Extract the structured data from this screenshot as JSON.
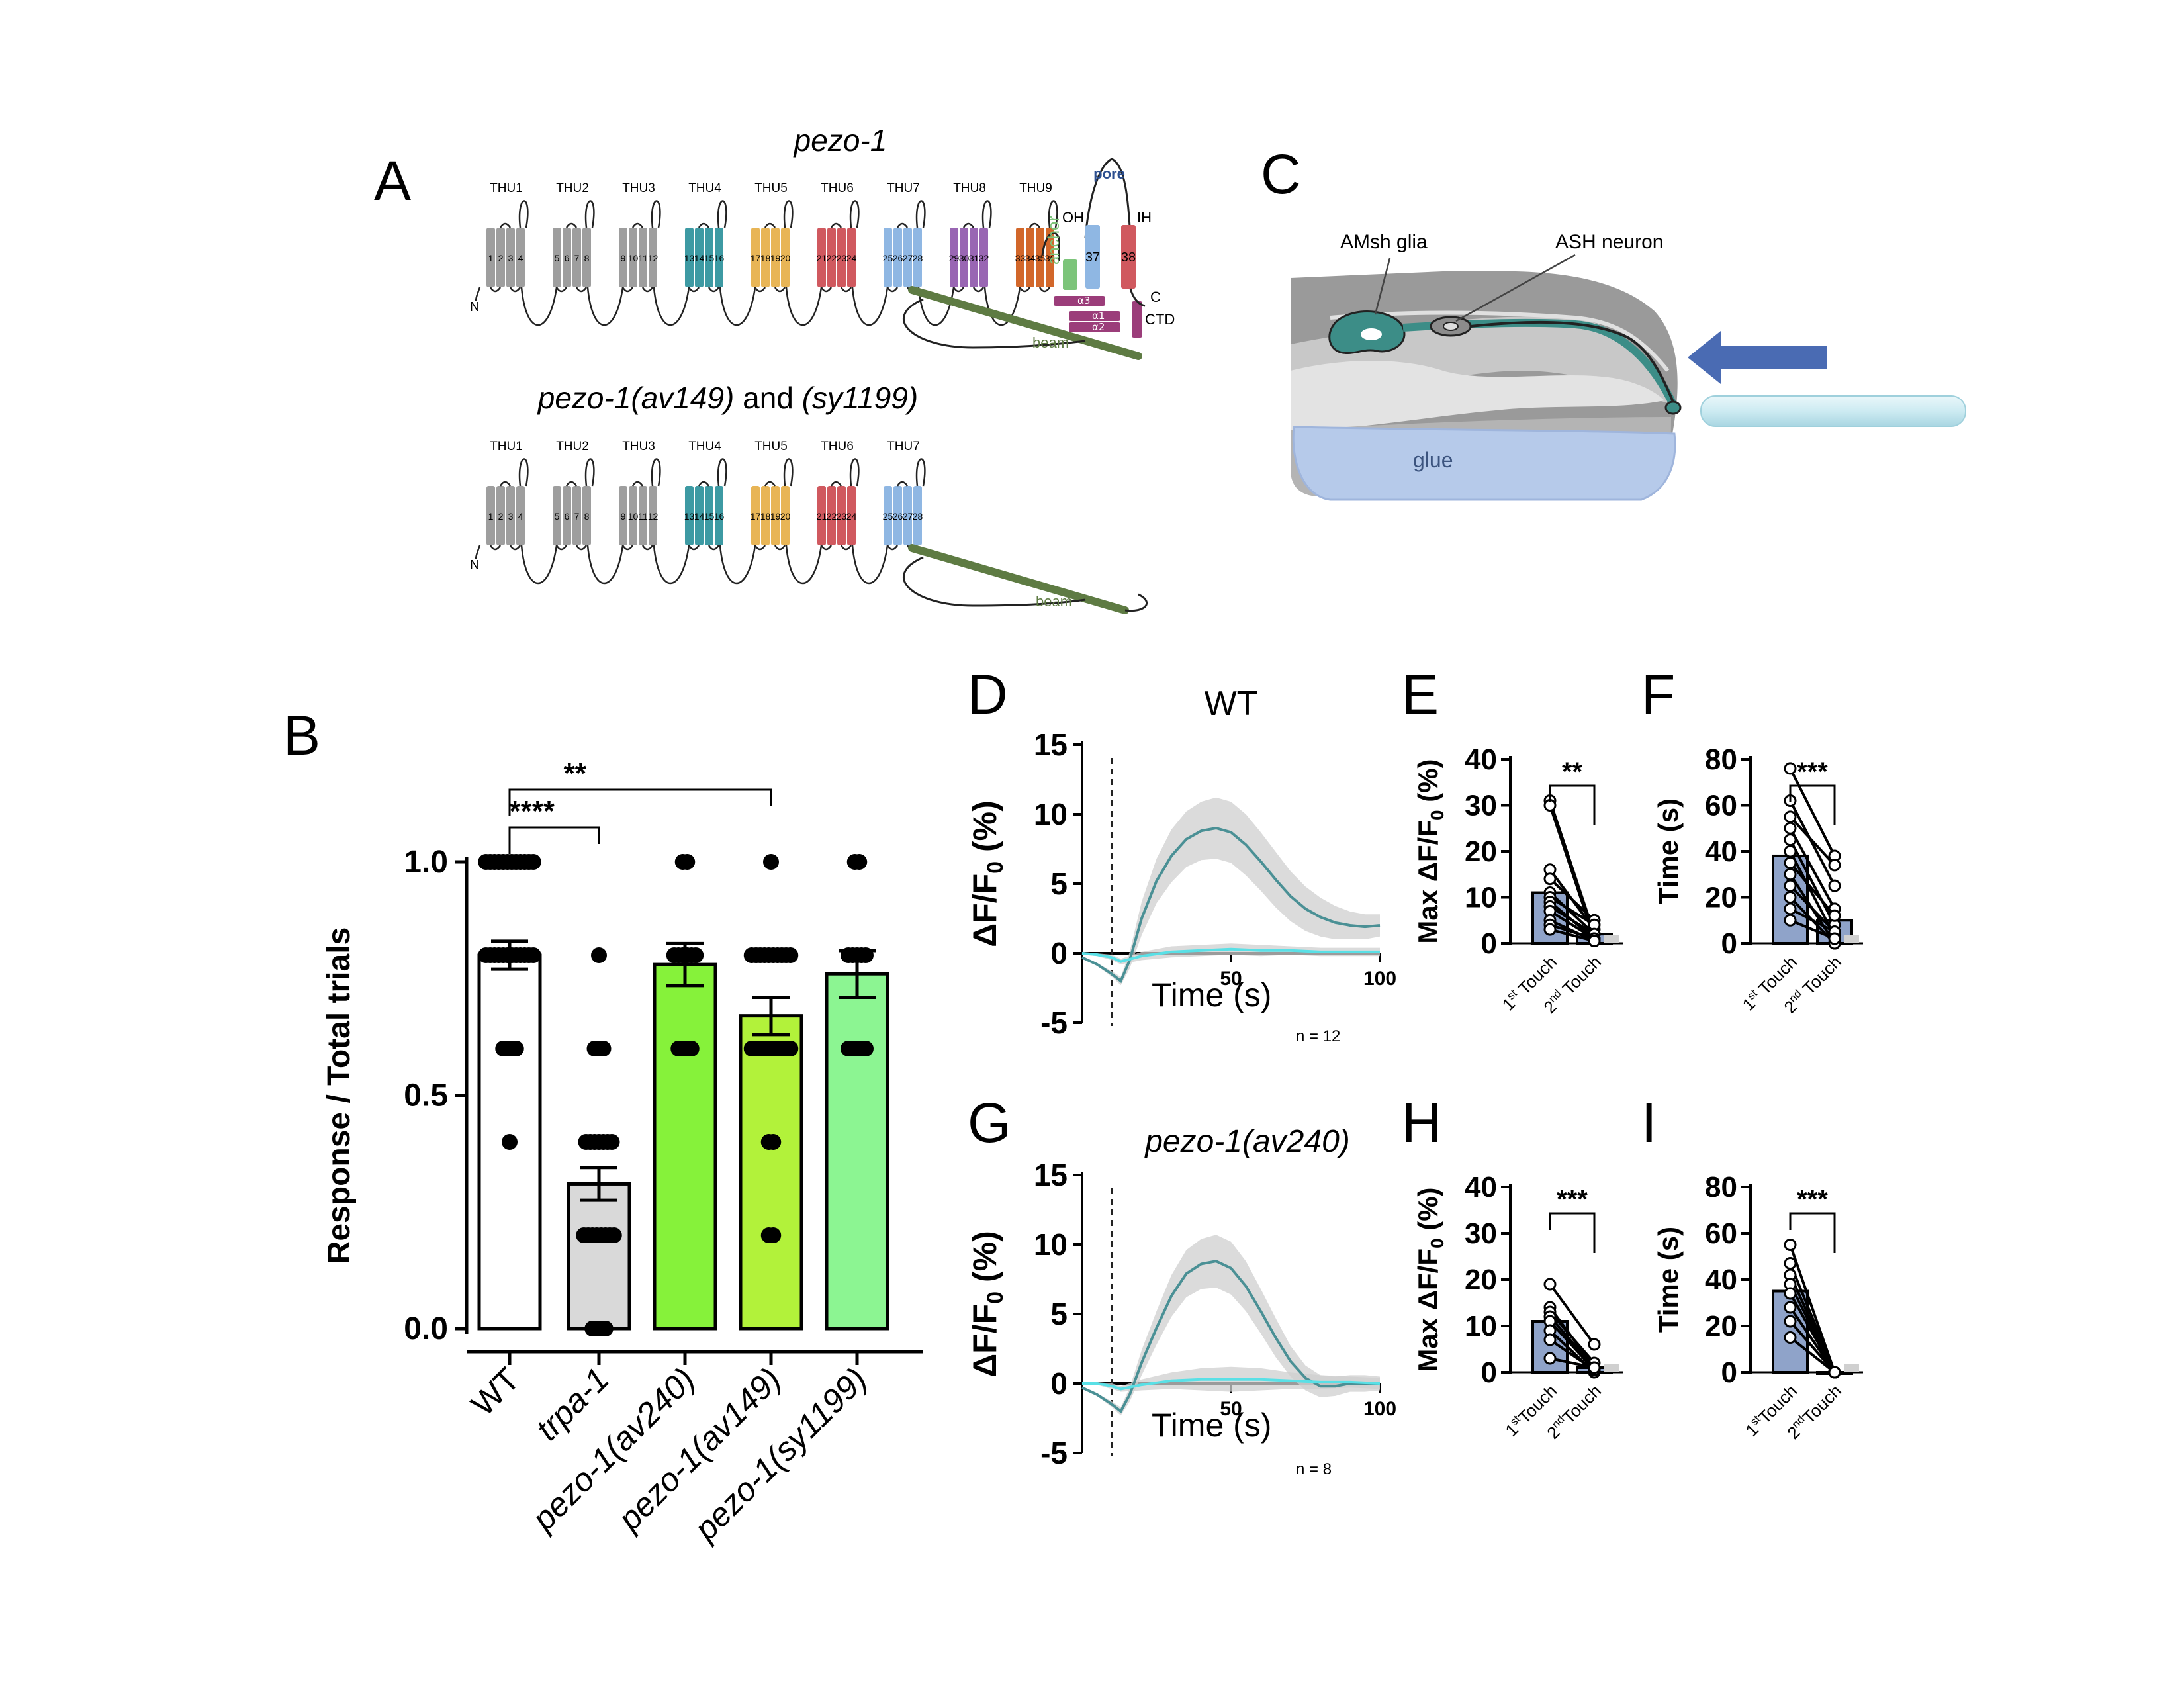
{
  "panels": {
    "A": "A",
    "B": "B",
    "C": "C",
    "D": "D",
    "E": "E",
    "F": "F",
    "G": "G",
    "H": "H",
    "I": "I"
  },
  "panel_a": {
    "title_top": "pezo-1",
    "title_bottom_a": "pezo-1(av149)",
    "title_bottom_and": " and ",
    "title_bottom_b": "(sy1199)",
    "thu_labels": [
      "THU1",
      "THU2",
      "THU3",
      "THU4",
      "THU5",
      "THU6",
      "THU7",
      "THU8",
      "THU9"
    ],
    "thu_colors": [
      "#9e9e9e",
      "#9e9e9e",
      "#9e9e9e",
      "#3d9aa3",
      "#e8b556",
      "#d0595f",
      "#8fb7e3",
      "#9966b3",
      "#d2672a"
    ],
    "helix_numbers": [
      [
        "1",
        "2",
        "3",
        "4"
      ],
      [
        "5",
        "6",
        "7",
        "8"
      ],
      [
        "9",
        "10",
        "11",
        "12"
      ],
      [
        "13",
        "14",
        "15",
        "16"
      ],
      [
        "17",
        "18",
        "19",
        "20"
      ],
      [
        "21",
        "22",
        "23",
        "24"
      ],
      [
        "25",
        "26",
        "27",
        "28"
      ],
      [
        "29",
        "30",
        "31",
        "32"
      ],
      [
        "33",
        "34",
        "35",
        "36"
      ]
    ],
    "n_label": "N",
    "c_label": "C",
    "pore": "pore",
    "anchor": "anchor",
    "oh": "OH",
    "ih": "IH",
    "h37": "37",
    "h38": "38",
    "a1": "α1",
    "a2": "α2",
    "a3": "α3",
    "ctd": "CTD",
    "beam": "beam"
  },
  "panel_c": {
    "glia": "AMsh glia",
    "neuron": "ASH neuron",
    "glue": "glue"
  },
  "panel_b": {
    "chart_data": {
      "type": "bar",
      "categories": [
        "WT",
        "trpa-1",
        "pezo-1(av240)",
        "pezo-1(av149)",
        "pezo-1(sy1199)"
      ],
      "values": [
        0.8,
        0.31,
        0.78,
        0.67,
        0.76
      ],
      "errors": [
        0.03,
        0.035,
        0.045,
        0.04,
        0.05
      ],
      "colors": [
        "#ffffff",
        "#d9d9d9",
        "#86f23a",
        "#b2f23a",
        "#8cf592"
      ],
      "ylabel": "Response / Total trials",
      "yticks": [
        "0.0",
        "0.5",
        "1.0"
      ],
      "ylim": [
        0,
        1.0
      ],
      "significance": [
        {
          "from": "WT",
          "to": "trpa-1",
          "label": "****"
        },
        {
          "from": "WT",
          "to": "pezo-1(av149)",
          "label": "**"
        }
      ],
      "points": [
        [
          1,
          1,
          1,
          1,
          1,
          1,
          1,
          1,
          1,
          1,
          1,
          1,
          0.8,
          0.8,
          0.8,
          0.8,
          0.8,
          0.8,
          0.8,
          0.8,
          0.8,
          0.8,
          0.8,
          0.8,
          0.6,
          0.6,
          0.6,
          0.6,
          0.4
        ],
        [
          0.8,
          0.6,
          0.6,
          0.6,
          0.4,
          0.4,
          0.4,
          0.4,
          0.4,
          0.4,
          0.4,
          0.2,
          0.2,
          0.2,
          0.2,
          0.2,
          0.2,
          0.2,
          0.2,
          0,
          0,
          0,
          0
        ],
        [
          1,
          1,
          0.8,
          0.8,
          0.8,
          0.8,
          0.8,
          0.8,
          0.6,
          0.6,
          0.6,
          0.6
        ],
        [
          1,
          0.8,
          0.8,
          0.8,
          0.8,
          0.8,
          0.8,
          0.8,
          0.8,
          0.8,
          0.8,
          0.6,
          0.6,
          0.6,
          0.6,
          0.6,
          0.6,
          0.6,
          0.6,
          0.6,
          0.6,
          0.4,
          0.4,
          0.2,
          0.2
        ],
        [
          1,
          1,
          0.8,
          0.8,
          0.8,
          0.8,
          0.8,
          0.6,
          0.6,
          0.6,
          0.6,
          0.6
        ]
      ]
    }
  },
  "panel_d": {
    "title": "WT",
    "n": "n = 12",
    "chart_data": {
      "type": "line",
      "xlabel": "Time (s)",
      "ylabel": "ΔF/F0 (%)",
      "xticks": [
        "50",
        "100"
      ],
      "yticks": [
        "15",
        "10",
        "5",
        "0",
        "-5"
      ],
      "xlim": [
        0,
        100
      ],
      "ylim": [
        -5,
        15
      ],
      "stimulus_time": 10,
      "series": [
        {
          "color": "#4a9095",
          "x": [
            0,
            5,
            10,
            13,
            16,
            20,
            25,
            30,
            35,
            40,
            45,
            50,
            55,
            60,
            65,
            70,
            75,
            80,
            85,
            90,
            95,
            100
          ],
          "y": [
            -0.3,
            -0.8,
            -1.5,
            -2.0,
            -0.5,
            2.5,
            5.2,
            7.0,
            8.2,
            8.8,
            9.0,
            8.7,
            7.8,
            6.6,
            5.3,
            4.1,
            3.2,
            2.6,
            2.2,
            2.0,
            1.9,
            2.0
          ],
          "band": [
            0,
            0.1,
            0.2,
            0.3,
            0.6,
            1.2,
            1.6,
            1.9,
            2.0,
            2.1,
            2.2,
            2.2,
            2.2,
            2.1,
            2.0,
            1.8,
            1.6,
            1.4,
            1.2,
            1.0,
            0.9,
            0.8
          ]
        },
        {
          "color": "#59e0e6",
          "x": [
            0,
            5,
            10,
            13,
            20,
            30,
            40,
            50,
            60,
            70,
            80,
            90,
            100
          ],
          "y": [
            0,
            -0.1,
            -0.3,
            -0.6,
            -0.2,
            0.1,
            0.2,
            0.3,
            0.2,
            0.2,
            0.1,
            0.1,
            0.1
          ],
          "band": [
            0.1,
            0.1,
            0.2,
            0.2,
            0.3,
            0.4,
            0.4,
            0.4,
            0.4,
            0.3,
            0.3,
            0.3,
            0.3
          ]
        }
      ]
    }
  },
  "panel_g": {
    "title": "pezo-1(av240)",
    "n": "n = 8",
    "chart_data": {
      "type": "line",
      "xlabel": "Time (s)",
      "ylabel": "ΔF/F0 (%)",
      "xticks": [
        "50",
        "100"
      ],
      "yticks": [
        "15",
        "10",
        "5",
        "0",
        "-5"
      ],
      "xlim": [
        0,
        100
      ],
      "ylim": [
        -5,
        15
      ],
      "stimulus_time": 10,
      "series": [
        {
          "color": "#4a9095",
          "x": [
            0,
            5,
            10,
            13,
            16,
            20,
            25,
            30,
            35,
            40,
            45,
            50,
            55,
            60,
            65,
            70,
            75,
            80,
            85,
            90,
            95,
            100
          ],
          "y": [
            -0.3,
            -0.8,
            -1.5,
            -2.0,
            -0.8,
            1.5,
            4.0,
            6.3,
            7.9,
            8.6,
            8.8,
            8.3,
            7.0,
            5.2,
            3.3,
            1.6,
            0.4,
            -0.2,
            -0.2,
            0.0,
            0.0,
            0.0
          ],
          "band": [
            0,
            0.1,
            0.2,
            0.3,
            0.5,
            0.9,
            1.2,
            1.5,
            1.7,
            1.8,
            1.9,
            1.9,
            1.8,
            1.6,
            1.4,
            1.1,
            0.9,
            0.8,
            0.7,
            0.6,
            0.6,
            0.5
          ]
        },
        {
          "color": "#59e0e6",
          "x": [
            0,
            5,
            10,
            13,
            20,
            30,
            40,
            50,
            60,
            70,
            80,
            90,
            100
          ],
          "y": [
            0,
            0,
            -0.2,
            -0.4,
            -0.1,
            0.2,
            0.3,
            0.3,
            0.3,
            0.2,
            0.1,
            0.1,
            0.0
          ],
          "band": [
            0.1,
            0.1,
            0.2,
            0.2,
            0.4,
            0.6,
            0.8,
            0.9,
            0.8,
            0.6,
            0.5,
            0.4,
            0.4
          ]
        }
      ]
    }
  },
  "panel_e": {
    "chart_data": {
      "type": "bar",
      "ylabel": "Max ΔF/F0 (%)",
      "yticks": [
        "0",
        "10",
        "20",
        "30",
        "40"
      ],
      "ylim": [
        0,
        40
      ],
      "cat1_main": "1",
      "cat1_sup": "st",
      "cat1_rest": " Touch",
      "cat2_main": "2",
      "cat2_sup": "nd",
      "cat2_rest": " Touch",
      "values": [
        11,
        2
      ],
      "significance": "**",
      "pairs": [
        [
          31,
          2
        ],
        [
          30,
          1
        ],
        [
          16,
          3
        ],
        [
          14,
          5
        ],
        [
          11,
          2
        ],
        [
          10,
          4
        ],
        [
          9,
          1
        ],
        [
          8,
          2
        ],
        [
          7,
          1
        ],
        [
          5,
          0.5
        ],
        [
          4,
          1
        ],
        [
          3,
          0.5
        ]
      ]
    }
  },
  "panel_f": {
    "chart_data": {
      "type": "bar",
      "ylabel": "Time (s)",
      "yticks": [
        "0",
        "20",
        "40",
        "60",
        "80"
      ],
      "ylim": [
        0,
        80
      ],
      "cat1_main": "1",
      "cat1_sup": "st",
      "cat1_rest": " Touch",
      "cat2_main": "2",
      "cat2_sup": "nd",
      "cat2_rest": " Touch",
      "values": [
        38,
        10
      ],
      "significance": "***",
      "pairs": [
        [
          76,
          38
        ],
        [
          62,
          25
        ],
        [
          55,
          34
        ],
        [
          50,
          15
        ],
        [
          45,
          8
        ],
        [
          40,
          3
        ],
        [
          35,
          12
        ],
        [
          30,
          0
        ],
        [
          25,
          5
        ],
        [
          20,
          0
        ],
        [
          15,
          5
        ],
        [
          10,
          2
        ]
      ]
    }
  },
  "panel_h": {
    "chart_data": {
      "type": "bar",
      "ylabel": "Max ΔF/F0 (%)",
      "yticks": [
        "0",
        "10",
        "20",
        "30",
        "40"
      ],
      "ylim": [
        0,
        40
      ],
      "cat1_main": "1",
      "cat1_sup": "st",
      "cat1_rest": "Touch",
      "cat2_main": "2",
      "cat2_sup": "nd",
      "cat2_rest": "Touch",
      "values": [
        11,
        1
      ],
      "significance": "***",
      "pairs": [
        [
          19,
          6
        ],
        [
          14,
          1
        ],
        [
          13,
          2
        ],
        [
          12,
          1
        ],
        [
          11,
          0.5
        ],
        [
          9,
          0
        ],
        [
          7,
          0.5
        ],
        [
          3,
          1
        ]
      ]
    }
  },
  "panel_i": {
    "chart_data": {
      "type": "bar",
      "ylabel": "Time (s)",
      "yticks": [
        "0",
        "20",
        "40",
        "60",
        "80"
      ],
      "ylim": [
        0,
        80
      ],
      "cat1_main": "1",
      "cat1_sup": "st",
      "cat1_rest": "Touch",
      "cat2_main": "2",
      "cat2_sup": "nd",
      "cat2_rest": "Touch",
      "values": [
        35,
        0
      ],
      "significance": "***",
      "pairs": [
        [
          55,
          0
        ],
        [
          47,
          0
        ],
        [
          42,
          0
        ],
        [
          38,
          0
        ],
        [
          34,
          0
        ],
        [
          28,
          0
        ],
        [
          22,
          0
        ],
        [
          15,
          0
        ]
      ]
    }
  }
}
